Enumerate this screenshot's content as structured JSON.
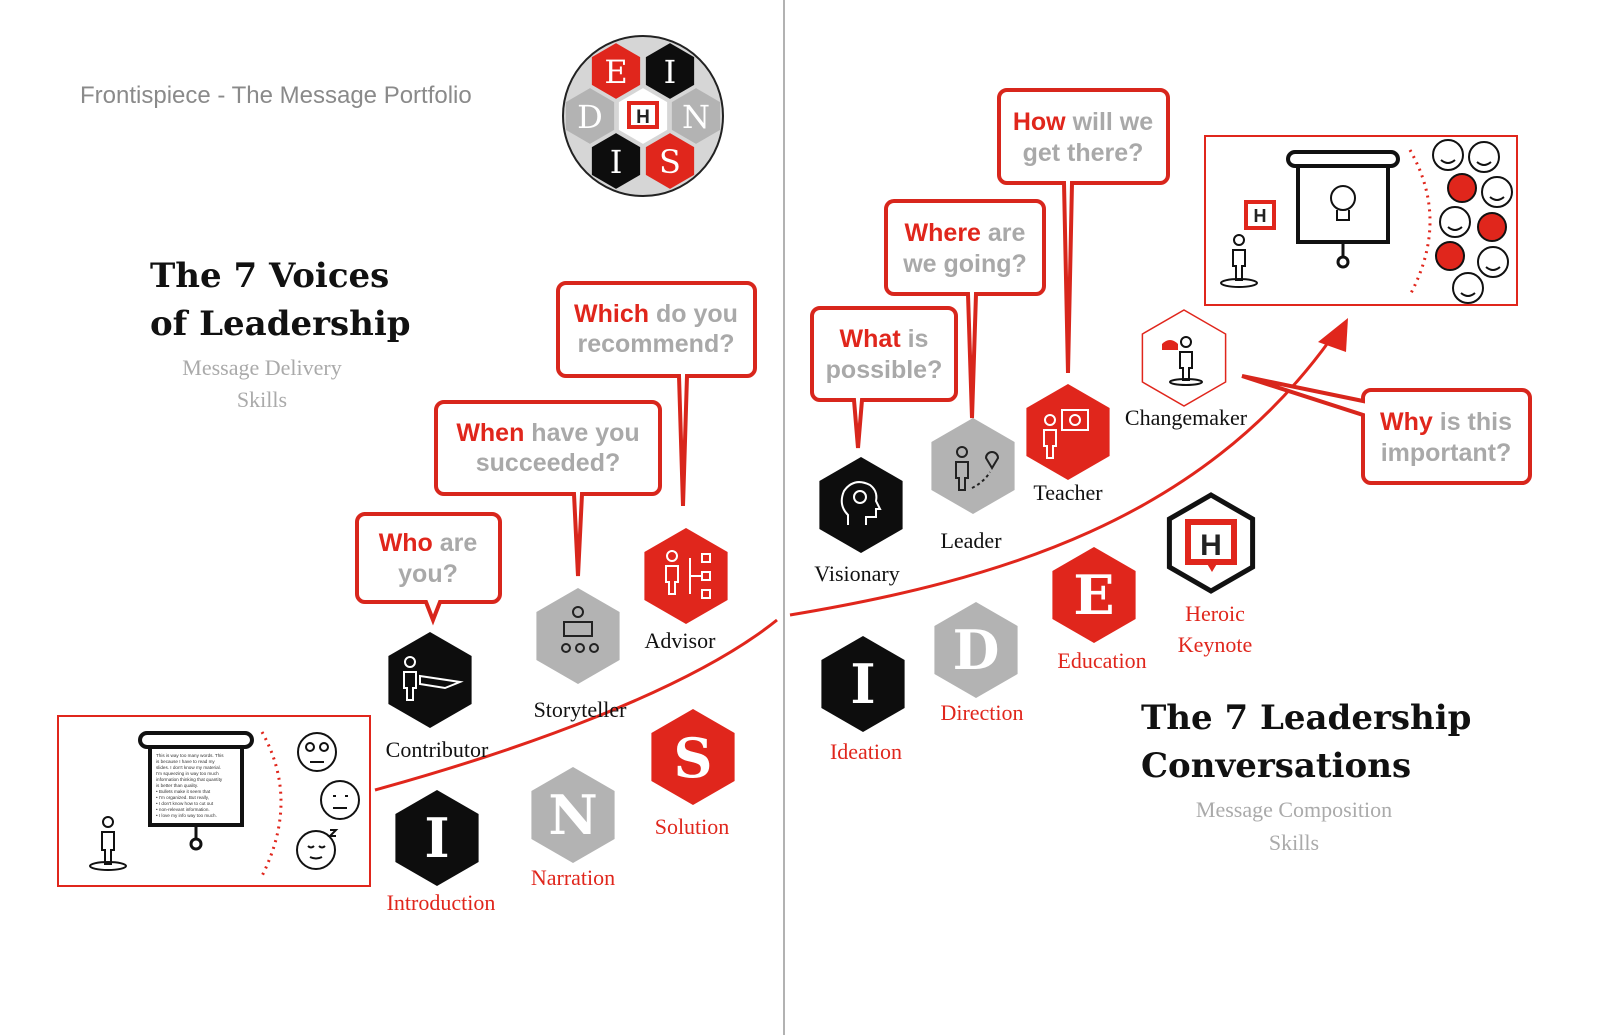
{
  "header": {
    "title": "Frontispiece - The Message Portfolio"
  },
  "logo": {
    "letters": [
      "E",
      "I",
      "D",
      "H",
      "N",
      "I",
      "S"
    ]
  },
  "left": {
    "title_line1": "The 7 Voices",
    "title_line2": "of Leadership",
    "subtitle_line1": "Message Delivery",
    "subtitle_line2": "Skills"
  },
  "right": {
    "title_line1": "The 7 Leadership",
    "title_line2": "Conversations",
    "subtitle_line1": "Message Composition",
    "subtitle_line2": "Skills"
  },
  "voices": [
    {
      "name": "Contributor",
      "icon": "presenter-hand-icon"
    },
    {
      "name": "Storyteller",
      "icon": "storyteller-audience-icon"
    },
    {
      "name": "Advisor",
      "icon": "advisor-chart-icon"
    },
    {
      "name": "Visionary",
      "icon": "head-lightbulb-icon"
    },
    {
      "name": "Leader",
      "icon": "leader-location-icon"
    },
    {
      "name": "Teacher",
      "icon": "teacher-board-icon"
    },
    {
      "name": "Changemaker",
      "icon": "changemaker-megaphone-icon"
    }
  ],
  "conversations": [
    {
      "letter": "I",
      "name": "Introduction"
    },
    {
      "letter": "N",
      "name": "Narration"
    },
    {
      "letter": "S",
      "name": "Solution"
    },
    {
      "letter": "I",
      "name": "Ideation"
    },
    {
      "letter": "D",
      "name": "Direction"
    },
    {
      "letter": "E",
      "name": "Education"
    },
    {
      "letter": "H",
      "name": "Heroic",
      "name2": "Keynote"
    }
  ],
  "questions": [
    {
      "red": "Who",
      "gray": " are",
      "line2": "you?"
    },
    {
      "red": "When",
      "gray": " have you",
      "line2": "succeeded?"
    },
    {
      "red": "Which",
      "gray": " do you",
      "line2": "recommend?"
    },
    {
      "red": "What",
      "gray": " is",
      "line2": "possible?"
    },
    {
      "red": "Where",
      "gray": " are",
      "line2": "we going?"
    },
    {
      "red": "How",
      "gray": " will we",
      "line2": "get there?"
    },
    {
      "red": "Why",
      "gray": " is this",
      "line2": "important?"
    }
  ],
  "slide_text": [
    "This is way too many words. This",
    "is because I have to read my",
    "slides. I don't know my material.",
    "I'm squeezing in way too much",
    "information thinking that quantity",
    "is better than quality.",
    "• Bullets make it seem that",
    "• I'm organized. But really,",
    "• I don't know how to cut out",
    "• non-relevant information.",
    "• I love my info way too much."
  ],
  "colors": {
    "red": "#e0261c",
    "black": "#0d0d0d",
    "gray": "#b3b3b3"
  }
}
